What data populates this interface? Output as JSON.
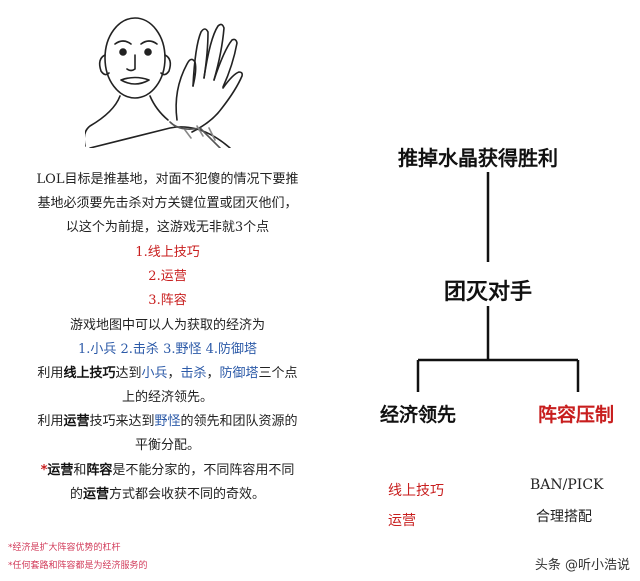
{
  "left": {
    "para1": [
      "LOL目标是推基地，对面不犯傻的情况下要推",
      "基地必须要先击杀对方关键位置或团灭他们，",
      "以这个为前提，这游戏无非就3个点"
    ],
    "points": [
      "1.线上技巧",
      "2.运营",
      "3.阵容"
    ],
    "economy_intro": "游戏地图中可以人为获取的经济为",
    "economy_items": [
      "1.小兵",
      "2.击杀",
      "3.野怪",
      "4.防御塔"
    ],
    "line1": {
      "t1": "利用",
      "t2": "线上技巧",
      "t3": "达到",
      "t4": "小兵",
      "t5": "，",
      "t6": "击杀",
      "t7": "，",
      "t8": "防御塔",
      "t9": "三个点"
    },
    "line1b": "上的经济领先。",
    "line2": {
      "t1": "利用",
      "t2": "运营",
      "t3": "技巧来达到",
      "t4": "野怪",
      "t5": "的领先和团队资源的"
    },
    "line2b": "平衡分配。",
    "line3": {
      "t1": "*",
      "t2": "运营",
      "t3": "和",
      "t4": "阵容",
      "t5": "是不能分家的，不同阵容用不同"
    },
    "line3b": {
      "t1": "的",
      "t2": "运营",
      "t3": "方式都会收获不同的奇效。"
    },
    "notes": [
      "*经济是扩大阵容优势的杠杆",
      "*任何套路和阵容都是为经济服务的"
    ]
  },
  "tree": {
    "root": "推掉水晶获得胜利",
    "mid": "团灭对手",
    "branch_left": "经济领先",
    "branch_right": "阵容压制",
    "leaves_left": [
      "线上技巧",
      "运营"
    ],
    "leaves_right": [
      "BAN/PICK",
      "合理搭配"
    ]
  },
  "watermark": "头条 @听小浩说",
  "colors": {
    "red": "#c81e1e",
    "blue": "#2c5aa8",
    "note": "#d23b5a"
  }
}
